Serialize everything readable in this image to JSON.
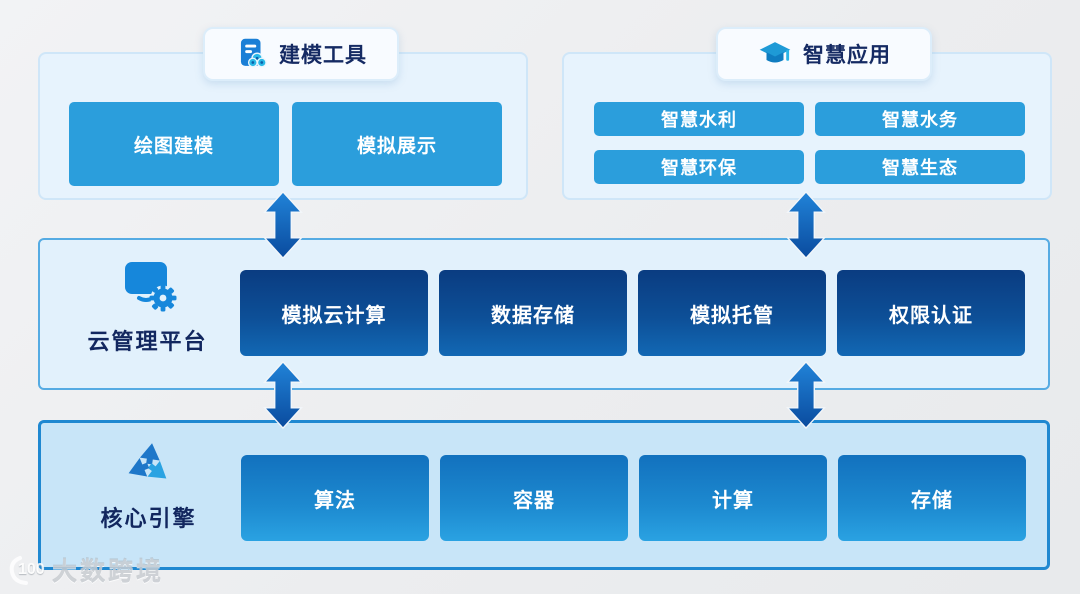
{
  "page": {
    "background": "#edeef0"
  },
  "panels": {
    "modeling": {
      "title": "建模工具",
      "icon": "modeling-tool-icon",
      "buttons": [
        "绘图建模",
        "模拟展示"
      ]
    },
    "smart": {
      "title": "智慧应用",
      "icon": "graduation-cap-icon",
      "buttons": [
        "智慧水利",
        "智慧水务",
        "智慧环保",
        "智慧生态"
      ]
    },
    "cloud": {
      "label": "云管理平台",
      "icon": "monitor-gear-icon",
      "boxes": [
        "模拟云计算",
        "数据存储",
        "模拟托管",
        "权限认证"
      ]
    },
    "engine": {
      "label": "核心引擎",
      "icon": "recycle-icon",
      "boxes": [
        "算法",
        "容器",
        "计算",
        "存储"
      ]
    }
  },
  "watermark": {
    "logo_number": "100",
    "text": "大数跨境"
  },
  "colors": {
    "flat_button": "#2b9edc",
    "dark_box_top": "#0a3c81",
    "dark_box_bottom": "#1268b4",
    "mid_box_top": "#1271be",
    "mid_box_bottom": "#2aa2e2",
    "panel_light_bg": "#e7f3fd",
    "panel_mid_border": "#55abe3",
    "panel_deep_border": "#1f88d1",
    "title_navy": "#152a63",
    "arrow_top": "#2183d8",
    "arrow_bottom": "#0a4b9e"
  }
}
